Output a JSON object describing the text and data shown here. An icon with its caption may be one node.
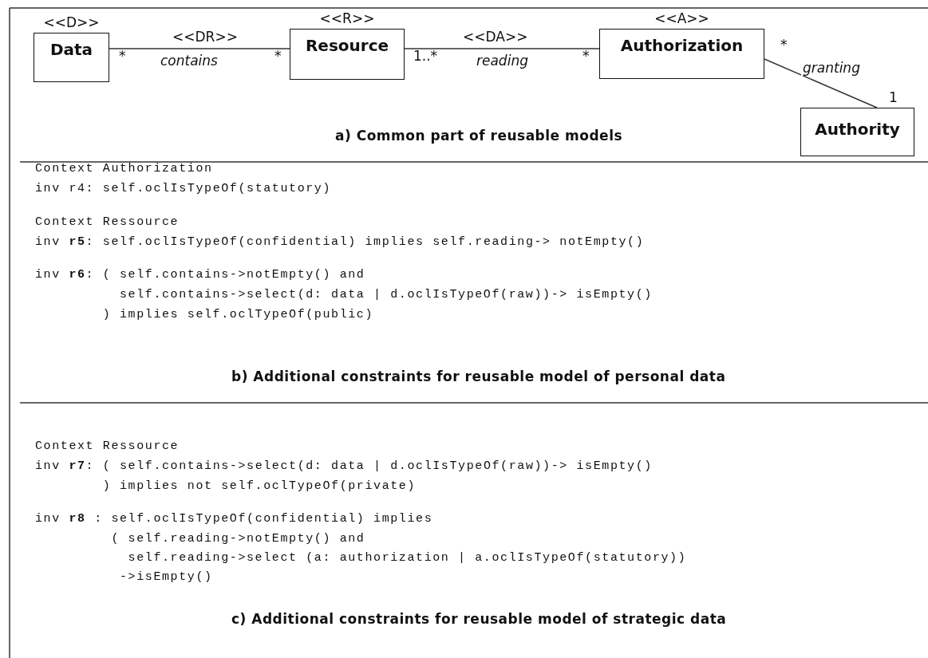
{
  "diagram": {
    "nodes": [
      {
        "text": [
          "<<D>>",
          "Data"
        ]
      },
      {
        "text": [
          "<<R>>",
          "Resource"
        ]
      },
      {
        "text": [
          "<<A>>",
          "Authorization"
        ]
      },
      {
        "text": [
          "Authority"
        ]
      }
    ],
    "edges": [
      {
        "from": 0,
        "to": 1,
        "arrow": "none",
        "label": "contains"
      },
      {
        "from": 1,
        "to": 2,
        "arrow": "none",
        "label": "reading"
      },
      {
        "from": 2,
        "to": 3,
        "arrow": "none",
        "label": "granting"
      }
    ],
    "labels": [
      "<<DR>>",
      "<<DA>>",
      "*",
      "*",
      "1..*",
      "*",
      "*",
      "1",
      "a) Common part of reusable models",
      "Context Authorization",
      "inv r4: self.oclIsTypeOf(statutory)",
      "Context Ressource",
      "inv **r5**: self.oclIsTypeOf(confidential) implies self.reading-> notEmpty()",
      "inv **r6**: ( self.contains->notEmpty() and",
      "self.contains->select(d: data | d.oclIsTypeOf(raw))-> isEmpty()",
      ") implies self.oclTypeOf(public)",
      "b) Additional constraints for reusable model of personal data",
      "Context Ressource",
      "inv **r7**: ( self.contains->select(d: data | d.oclIsTypeOf(raw))-> isEmpty()",
      ") implies not self.oclTypeOf(private)",
      "inv **r8** : self.oclIsTypeOf(confidential) implies",
      "( self.reading->notEmpty() and",
      "self.reading->select (a: authorization | a.oclIsTypeOf(statutory))",
      "->isEmpty()",
      "c) Additional constraints for reusable model of strategic data"
    ]
  }
}
